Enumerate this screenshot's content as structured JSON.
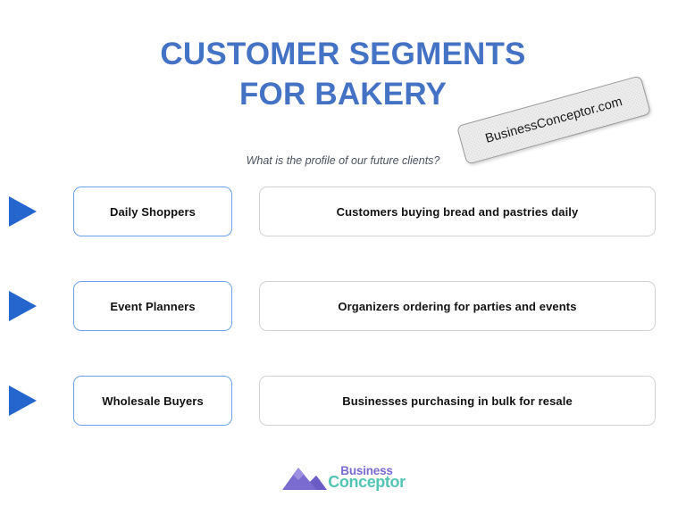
{
  "slide": {
    "title_line_1": "CUSTOMER SEGMENTS",
    "title_line_2": "FOR BAKERY",
    "subtitle": "What is the profile of our future clients?",
    "title_color": "#4472C4",
    "accent_arrow_color": "#2565CE",
    "segment_border_color": "#6CA0EA",
    "description_border_color": "#D2D2D2",
    "background_color": "#FFFFFF"
  },
  "watermark": {
    "text": "BusinessConceptor.com",
    "rotation_degrees": -15.5,
    "fill_color": "#ECECEC",
    "border_color": "#9A9A9A"
  },
  "rows": [
    {
      "arrow_icon": "play-triangle-icon",
      "segment": "Daily Shoppers",
      "description": "Customers buying bread and pastries daily"
    },
    {
      "arrow_icon": "play-triangle-icon",
      "segment": "Event Planners",
      "description": "Organizers ordering for parties and events"
    },
    {
      "arrow_icon": "play-triangle-icon",
      "segment": "Wholesale Buyers",
      "description": "Businesses purchasing in bulk for resale"
    }
  ],
  "footer": {
    "logo_icon": "mountain-logo-icon",
    "logo_word_1": "Business",
    "logo_word_2": "Conceptor",
    "logo_word_1_color": "#7A6BD0",
    "logo_word_2_color": "#54C4B4"
  }
}
